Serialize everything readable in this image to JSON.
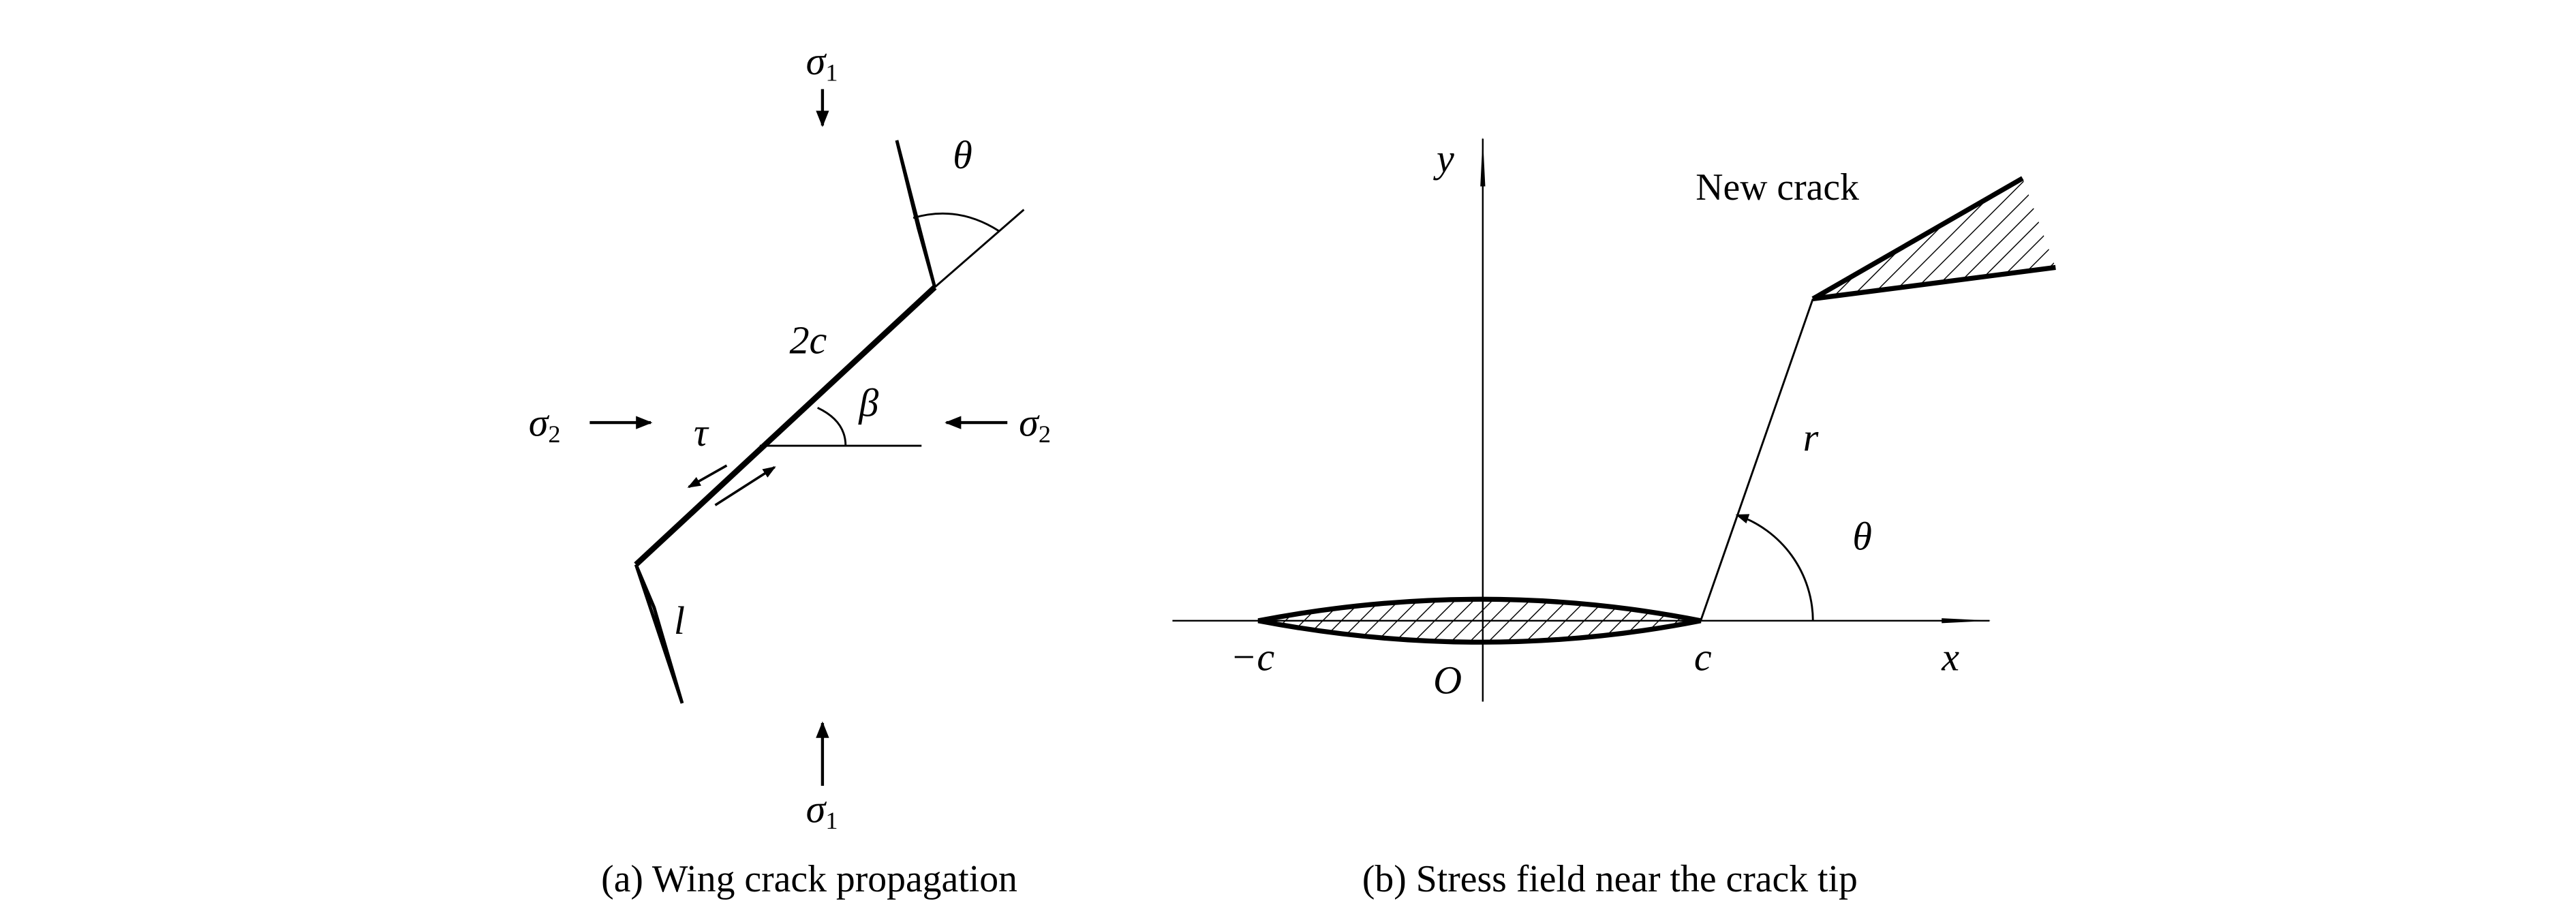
{
  "panel_a": {
    "caption": "(a) Wing crack propagation",
    "sigma1_top": "σ",
    "sigma1_top_sub": "1",
    "sigma1_bottom": "σ",
    "sigma1_bottom_sub": "1",
    "sigma2_left": "σ",
    "sigma2_left_sub": "2",
    "sigma2_right": "σ",
    "sigma2_right_sub": "2",
    "theta": "θ",
    "crack_length": "2c",
    "beta": "β",
    "tau": "τ",
    "wing_length": "l"
  },
  "panel_b": {
    "caption": "(b) Stress field near the crack tip",
    "y_axis": "y",
    "x_axis": "x",
    "new_crack": "New crack",
    "r": "r",
    "theta": "θ",
    "neg_c": "−c",
    "origin": "O",
    "c": "c"
  }
}
